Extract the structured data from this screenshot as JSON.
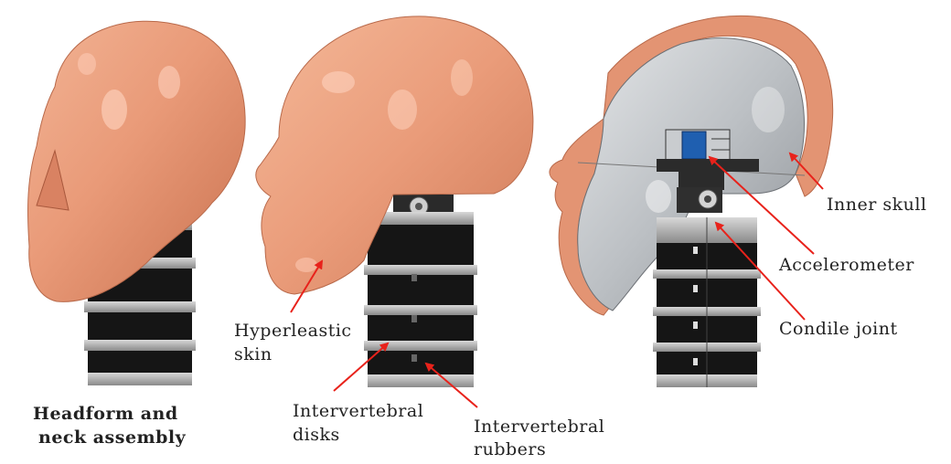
{
  "figure": {
    "labels": {
      "headform_caption_line1": "Headform and",
      "headform_caption_line2": "neck assembly",
      "hyperelastic_line1": "Hyperleastic",
      "hyperelastic_line2": "skin",
      "intervertebral_disks_line1": "Intervertebral",
      "intervertebral_disks_line2": "disks",
      "intervertebral_rubbers_line1": "Intervertebral",
      "intervertebral_rubbers_line2": "rubbers",
      "inner_skull": "Inner skull",
      "accelerometer": "Accelerometer",
      "condile_joint": "Condile joint"
    },
    "colors": {
      "skin": "#e89a78",
      "skull": "#b9bcc0",
      "neck_dark": "#151515",
      "neck_disk": "#a8a8a8",
      "accelerometer": "#1f5fb0",
      "arrow": "#e8221b"
    }
  }
}
